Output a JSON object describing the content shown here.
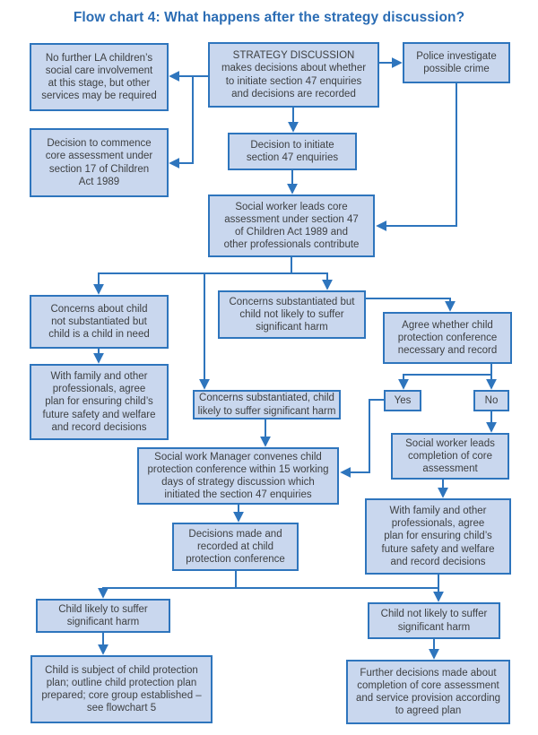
{
  "title": "Flow chart 4: What happens after the strategy discussion?",
  "colors": {
    "box_fill": "#c9d7ee",
    "box_border": "#2e75bd",
    "line": "#2e75bd",
    "title_text": "#2a6cb4",
    "box_text": "#3e4042",
    "page_bg": "#ffffff"
  },
  "nodes": [
    {
      "id": "no-further-la",
      "label": "No further LA children’s\nsocial care involvement\nat this stage, but other\nservices may be required"
    },
    {
      "id": "strategy-discussion",
      "label": "STRATEGY DISCUSSION\nmakes decisions about whether\nto initiate section 47 enquiries\nand decisions are recorded"
    },
    {
      "id": "police-investigate",
      "label": "Police investigate\npossible crime"
    },
    {
      "id": "decision-commence-core-assessment",
      "label": "Decision to commence\ncore assessment under\nsection 17 of Children\nAct 1989"
    },
    {
      "id": "decision-initiate-section-47",
      "label": "Decision to initiate\nsection 47 enquiries"
    },
    {
      "id": "social-worker-leads-core-assessment",
      "label": "Social worker leads core\nassessment under section 47\nof Children Act 1989 and\nother professionals contribute"
    },
    {
      "id": "concerns-not-substantiated",
      "label": "Concerns about child\nnot substantiated but\nchild is a child in need"
    },
    {
      "id": "concerns-substantiated-not-likely",
      "label": "Concerns substantiated but\nchild not likely to suffer\nsignificant harm"
    },
    {
      "id": "agree-whether-conference",
      "label": "Agree whether child\nprotection conference\nnecessary and record"
    },
    {
      "id": "with-family-agree-plan-left",
      "label": "With family and other\nprofessionals, agree\nplan for ensuring child’s\nfuture safety and welfare\nand record decisions"
    },
    {
      "id": "concerns-substantiated-likely",
      "label": "Concerns substantiated, child\nlikely to suffer significant harm"
    },
    {
      "id": "yes",
      "label": "Yes"
    },
    {
      "id": "no",
      "label": "No"
    },
    {
      "id": "manager-convenes-conference",
      "label": "Social work Manager convenes child\nprotection conference within 15 working\ndays of strategy discussion which\ninitiated the section 47 enquiries"
    },
    {
      "id": "social-worker-completion-core",
      "label": "Social worker leads\ncompletion of core\nassessment"
    },
    {
      "id": "with-family-agree-plan-right",
      "label": "With family and other\nprofessionals, agree\nplan for ensuring child’s\nfuture safety and welfare\nand record decisions"
    },
    {
      "id": "decisions-recorded-conference",
      "label": "Decisions made and\nrecorded at child\nprotection conference"
    },
    {
      "id": "child-likely-harm",
      "label": "Child likely to suffer\nsignificant harm"
    },
    {
      "id": "child-not-likely-harm",
      "label": "Child not likely to suffer\nsignificant harm"
    },
    {
      "id": "child-subject-of-plan",
      "label": "Child is subject of child protection\nplan; outline child protection plan\nprepared; core group established –\nsee flowchart 5"
    },
    {
      "id": "further-decisions-core-assessment",
      "label": "Further decisions made about\ncompletion of core assessment\nand service provision according\nto agreed plan"
    }
  ]
}
